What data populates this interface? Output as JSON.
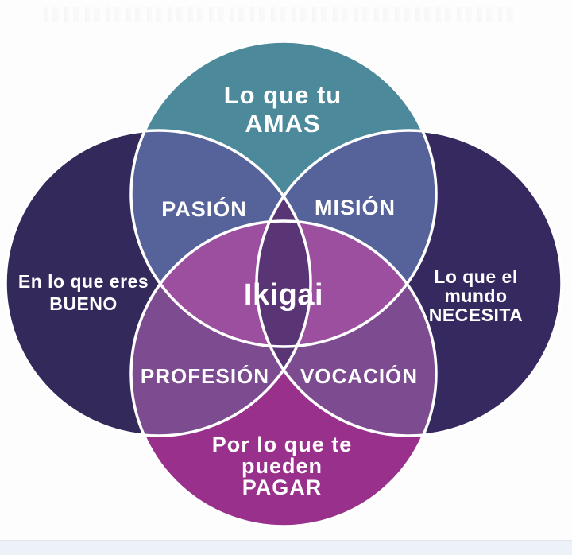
{
  "page": {
    "background": "#fdfdfe",
    "bottom_bar_color": "#edf1f8",
    "text_color": "#ffffff",
    "stroke_color": "#ffffff"
  },
  "diagram": {
    "center": {
      "label": "Ikigai"
    },
    "circles": {
      "top": {
        "line1": "Lo que tu",
        "line2": "AMAS",
        "color": "#4c8a9b"
      },
      "left": {
        "line1": "En lo que eres",
        "line2": "BUENO",
        "color": "#33295b"
      },
      "right": {
        "line1": "Lo que el",
        "line2": "mundo",
        "line3": "NECESITA",
        "color": "#36295f"
      },
      "bottom": {
        "line1": "Por lo que te",
        "line2": "pueden",
        "line3": "PAGAR",
        "color": "#98308c"
      }
    },
    "intersections": {
      "passion": {
        "label": "PASIÓN",
        "color": "#56639a"
      },
      "mission": {
        "label": "MISIÓN",
        "color": "#56639a"
      },
      "profession": {
        "label": "PROFESIÓN",
        "color": "#7d4b90"
      },
      "vocation": {
        "label": "VOCACIÓN",
        "color": "#7d4b90"
      },
      "amas_pagar_lens": {
        "color": "#9b4f9e"
      },
      "bueno_necesita_lens": {
        "color": "#5a3575"
      }
    }
  }
}
